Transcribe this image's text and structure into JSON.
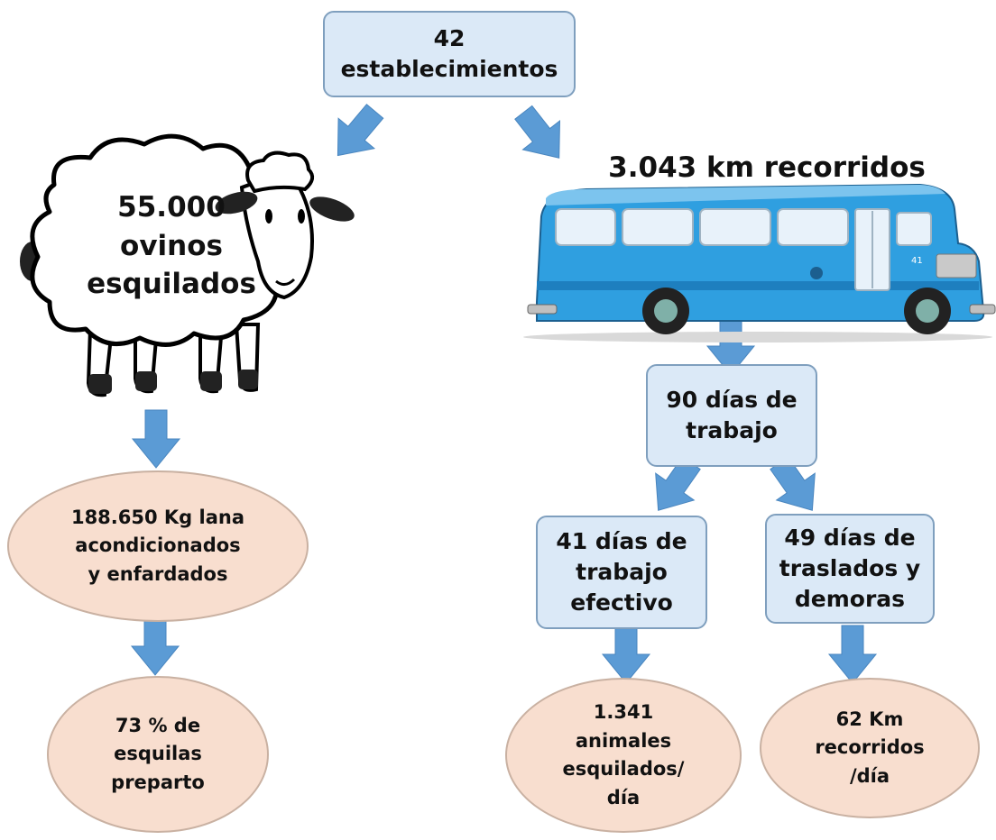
{
  "top_box": {
    "text": "42\nestablecimientos"
  },
  "sheep": {
    "text": "55.000\novinos\nesquilados"
  },
  "bus": {
    "title": "3.043 km recorridos",
    "route_number": "41"
  },
  "days_box": {
    "text": "90 días de\ntrabajo"
  },
  "effective_box": {
    "text": "41 días de\ntrabajo\nefectivo"
  },
  "transfers_box": {
    "text": "49 días de\ntraslados y\ndemoras"
  },
  "wool_oval": {
    "text": "188.650 Kg lana\nacondicionados\ny enfardados"
  },
  "prepartum_oval": {
    "text": "73 % de\nesquilas\npreparto"
  },
  "animals_oval": {
    "text": "1.341\nanimales\nesquilados/\ndía"
  },
  "km_oval": {
    "text": "62 Km\nrecorridos\n/día"
  },
  "colors": {
    "box_fill": "#dbe9f7",
    "oval_fill": "#f8decf",
    "arrow": "#5b9bd5",
    "bus_body": "#2f9fe0"
  }
}
